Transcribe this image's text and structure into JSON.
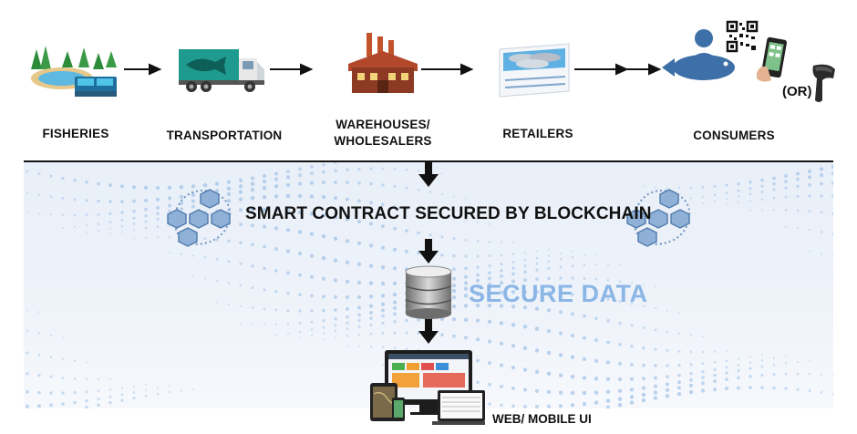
{
  "stages": [
    {
      "label": "FISHERIES",
      "icon": "fishery-icon"
    },
    {
      "label": "TRANSPORTATION",
      "icon": "truck-icon"
    },
    {
      "label": "WAREHOUSES/",
      "label2": "WHOLESALERS",
      "icon": "warehouse-icon"
    },
    {
      "label": "RETAILERS",
      "icon": "fish-crate-icon"
    },
    {
      "label": "CONSUMERS",
      "icon": "consumer-fish-icon"
    }
  ],
  "consumer_extras": {
    "or_label": "(OR)",
    "icons": [
      "qr-code-icon",
      "smartphone-icon",
      "barcode-scanner-icon"
    ]
  },
  "blockchain": {
    "contract_label": "SMART CONTRACT SECURED BY BLOCKCHAIN",
    "icons": [
      "blockchain-cubes-icon"
    ]
  },
  "database": {
    "label": "SECURE DATA",
    "icon": "database-icon"
  },
  "ui": {
    "label": "WEB/ MOBILE UI",
    "icon": "devices-icon"
  },
  "colors": {
    "accent_blue": "#8cb6e6",
    "cube_blue": "#6f95c2",
    "arrow": "#111111"
  }
}
